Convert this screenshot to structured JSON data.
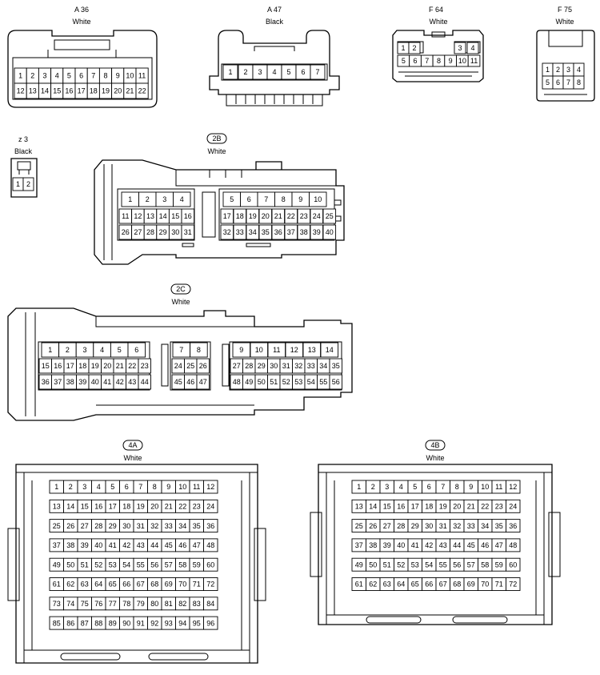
{
  "connectors": [
    {
      "id": "A 36",
      "color": "White",
      "boxed": false,
      "rows": [
        [
          "1",
          "2",
          "3",
          "4",
          "5",
          "6",
          "7",
          "8",
          "9",
          "10",
          "11"
        ],
        [
          "12",
          "13",
          "14",
          "15",
          "16",
          "17",
          "18",
          "19",
          "20",
          "21",
          "22"
        ]
      ]
    },
    {
      "id": "A 47",
      "color": "Black",
      "boxed": false,
      "rows": [
        [
          "1",
          "2",
          "3",
          "4",
          "5",
          "6",
          "7"
        ]
      ]
    },
    {
      "id": "F 64",
      "color": "White",
      "boxed": false,
      "rows": [
        [
          "1",
          "2",
          "3",
          "4"
        ],
        [
          "5",
          "6",
          "7",
          "8",
          "9",
          "10",
          "11"
        ]
      ]
    },
    {
      "id": "F 75",
      "color": "White",
      "boxed": false,
      "rows": [
        [
          "1",
          "2",
          "3",
          "4"
        ],
        [
          "5",
          "6",
          "7",
          "8"
        ]
      ]
    },
    {
      "id": "z 3",
      "color": "Black",
      "boxed": false,
      "rows": [
        [
          "1",
          "2"
        ]
      ]
    },
    {
      "id": "2B",
      "color": "White",
      "boxed": true,
      "rows": [
        [
          "1",
          "2",
          "3",
          "4",
          "5",
          "6",
          "7",
          "8",
          "9",
          "10"
        ],
        [
          "11",
          "12",
          "13",
          "14",
          "15",
          "16",
          "17",
          "18",
          "19",
          "20",
          "21",
          "22",
          "23",
          "24",
          "25"
        ],
        [
          "26",
          "27",
          "28",
          "29",
          "30",
          "31",
          "32",
          "33",
          "34",
          "35",
          "36",
          "37",
          "38",
          "39",
          "40"
        ]
      ]
    },
    {
      "id": "2C",
      "color": "White",
      "boxed": true,
      "rows": [
        [
          "1",
          "2",
          "3",
          "4",
          "5",
          "6",
          "7",
          "8",
          "9",
          "10",
          "11",
          "12",
          "13",
          "14"
        ],
        [
          "15",
          "16",
          "17",
          "18",
          "19",
          "20",
          "21",
          "22",
          "23",
          "24",
          "25",
          "26",
          "27",
          "28",
          "29",
          "30",
          "31",
          "32",
          "33",
          "34",
          "35"
        ],
        [
          "36",
          "37",
          "38",
          "39",
          "40",
          "41",
          "42",
          "43",
          "44",
          "45",
          "46",
          "47",
          "48",
          "49",
          "50",
          "51",
          "52",
          "53",
          "54",
          "55",
          "56"
        ]
      ]
    },
    {
      "id": "4A",
      "color": "White",
      "boxed": true,
      "grid": {
        "cols": 12,
        "rows": 8,
        "start": 1
      }
    },
    {
      "id": "4B",
      "color": "White",
      "boxed": true,
      "grid": {
        "cols": 12,
        "rows": 6,
        "start": 1
      }
    }
  ]
}
